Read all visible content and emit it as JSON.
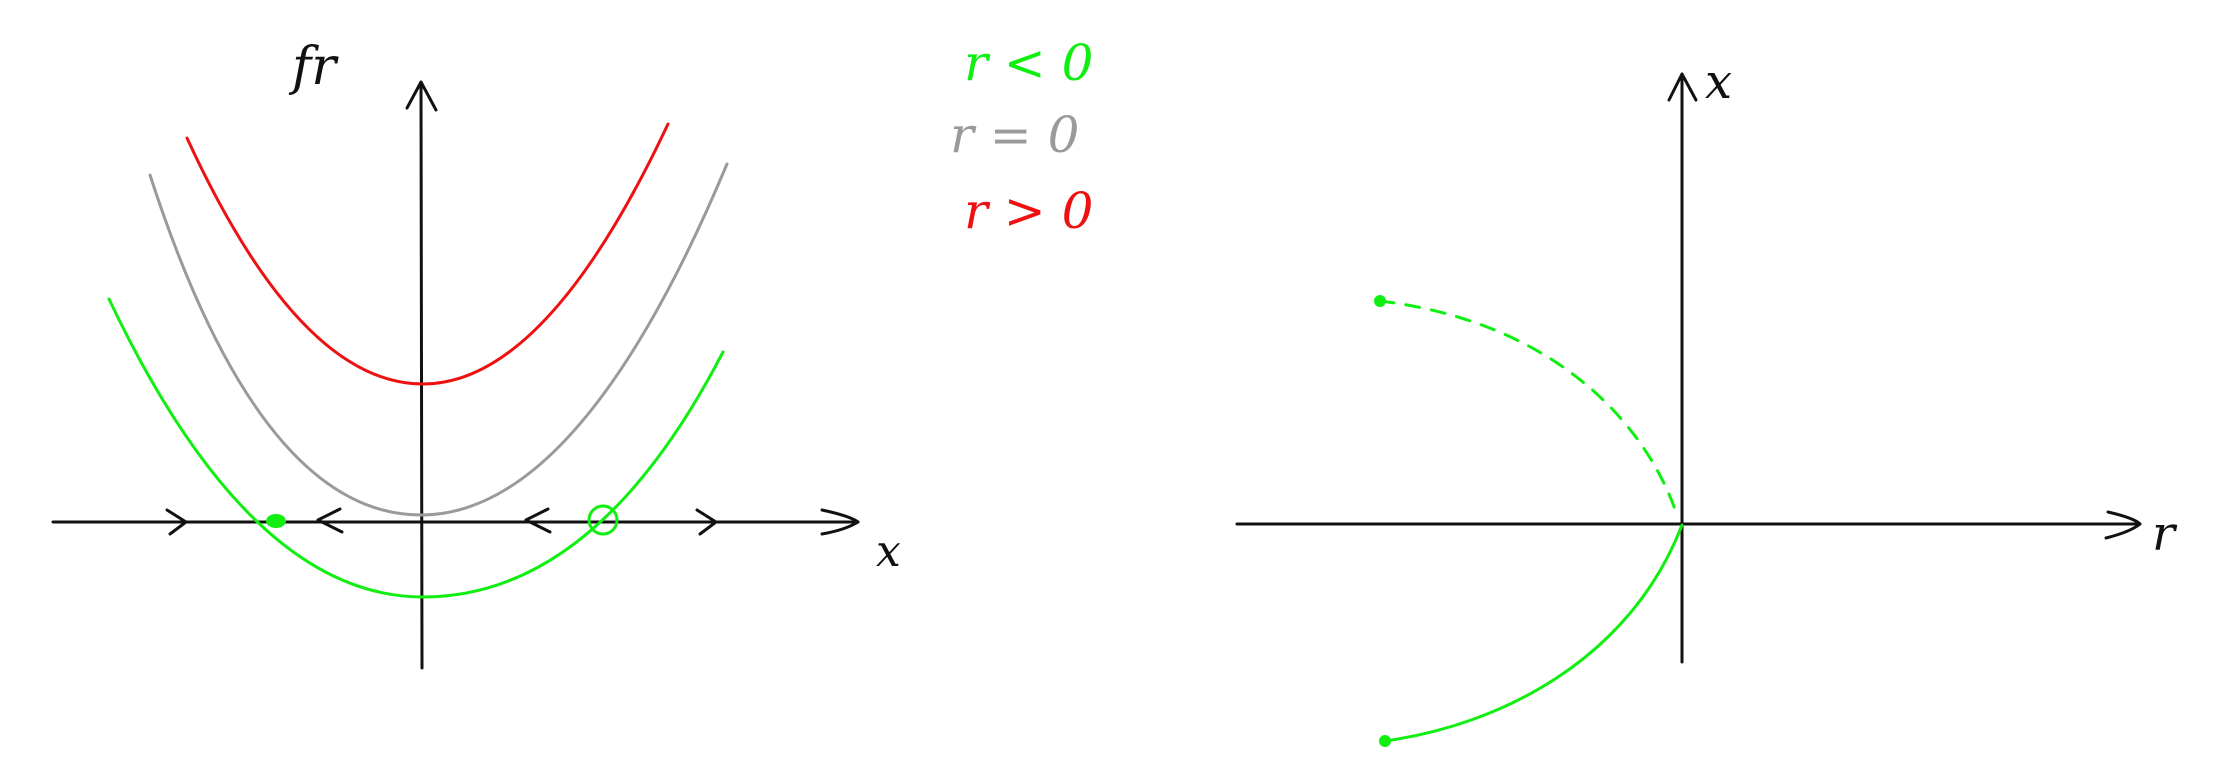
{
  "left_panel": {
    "y_axis_label": "fr",
    "x_axis_label": "x",
    "legend": [
      {
        "text": "r < 0",
        "color": "#11ee11"
      },
      {
        "text": "r = 0",
        "color": "#9a9a9a"
      },
      {
        "text": "r > 0",
        "color": "#ee1111"
      }
    ],
    "curves": [
      {
        "case": "r > 0",
        "color": "#ee1111"
      },
      {
        "case": "r = 0",
        "color": "#9a9a9a"
      },
      {
        "case": "r < 0",
        "color": "#11ee11"
      }
    ],
    "fixed_points": [
      {
        "type": "stable",
        "filled": true,
        "color": "#11ee11"
      },
      {
        "type": "unstable",
        "filled": false,
        "color": "#11ee11"
      }
    ],
    "flow_arrows": [
      ">",
      "<",
      "<",
      ">"
    ]
  },
  "right_panel": {
    "x_axis_label": "r",
    "y_axis_label": "x",
    "branches": [
      {
        "style": "dashed",
        "stability": "unstable",
        "color": "#11ee11"
      },
      {
        "style": "solid",
        "stability": "stable",
        "color": "#11ee11"
      }
    ]
  },
  "colors": {
    "axis": "#111111",
    "green": "#11ee11",
    "gray": "#9a9a9a",
    "red": "#ee1111"
  }
}
